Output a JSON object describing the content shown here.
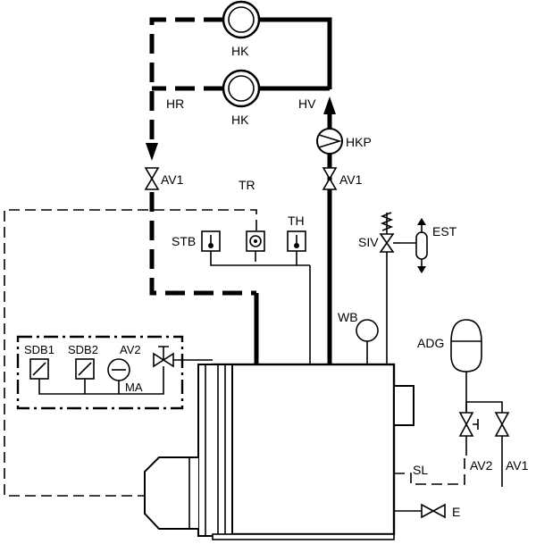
{
  "labels": {
    "hk_top": "HK",
    "hk_bottom": "HK",
    "hr": "HR",
    "hv": "HV",
    "hkp": "HKP",
    "av1_left": "AV1",
    "av1_right": "AV1",
    "tr": "TR",
    "stb": "STB",
    "th": "TH",
    "siv": "SIV",
    "est": "EST",
    "wb": "WB",
    "adg": "ADG",
    "sdb1": "SDB1",
    "sdb2": "SDB2",
    "av2_left": "AV2",
    "ma": "MA",
    "av2_right": "AV2",
    "av1_far_right": "AV1",
    "sl": "SL",
    "e": "E"
  }
}
